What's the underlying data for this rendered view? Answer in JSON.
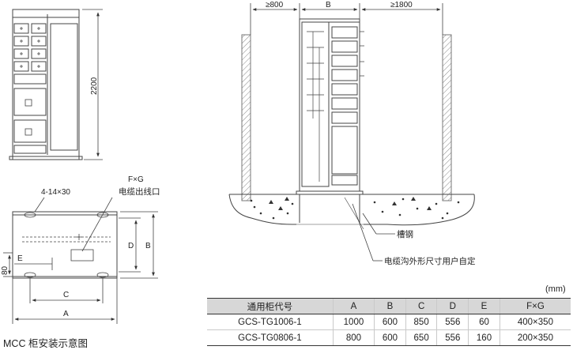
{
  "labels": {
    "height_dim": "2200",
    "hole_spec": "4-14×30",
    "fg": "F×G",
    "cable_outlet": "电缆出线口",
    "dim_a": "A",
    "dim_b": "B",
    "dim_c": "C",
    "dim_d": "D",
    "dim_e": "E",
    "dim_80": "80",
    "front_clearance": "≥800",
    "rear_clearance": "≥1800",
    "cabinet_b": "B",
    "channel_steel": "槽钢",
    "trench_note": "电缆沟外形尺寸用户自定"
  },
  "caption": "MCC 柜安装示意图",
  "unit": "(mm)",
  "table": {
    "headers": [
      "通用柜代号",
      "A",
      "B",
      "C",
      "D",
      "E",
      "F×G"
    ],
    "rows": [
      [
        "GCS-TG1006-1",
        "1000",
        "600",
        "850",
        "556",
        "60",
        "400×350"
      ],
      [
        "GCS-TG0806-1",
        "800",
        "600",
        "650",
        "556",
        "160",
        "200×350"
      ]
    ]
  },
  "colors": {
    "line": "#444444",
    "wall": "#777777",
    "table_header": "#d7d7d7"
  }
}
